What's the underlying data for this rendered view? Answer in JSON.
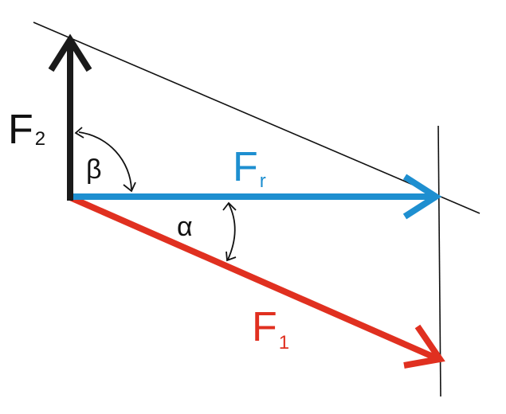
{
  "labels": {
    "f2": {
      "main": "F",
      "sub": "2"
    },
    "fr": {
      "main": "F",
      "sub": "r"
    },
    "f1": {
      "main": "F",
      "sub": "1"
    },
    "beta": "β",
    "alpha": "α"
  },
  "colors": {
    "f2": "#1a1a1a",
    "fr": "#1e8fd0",
    "f1": "#e03020",
    "construction": "#111111",
    "text_dark": "#111111"
  }
}
